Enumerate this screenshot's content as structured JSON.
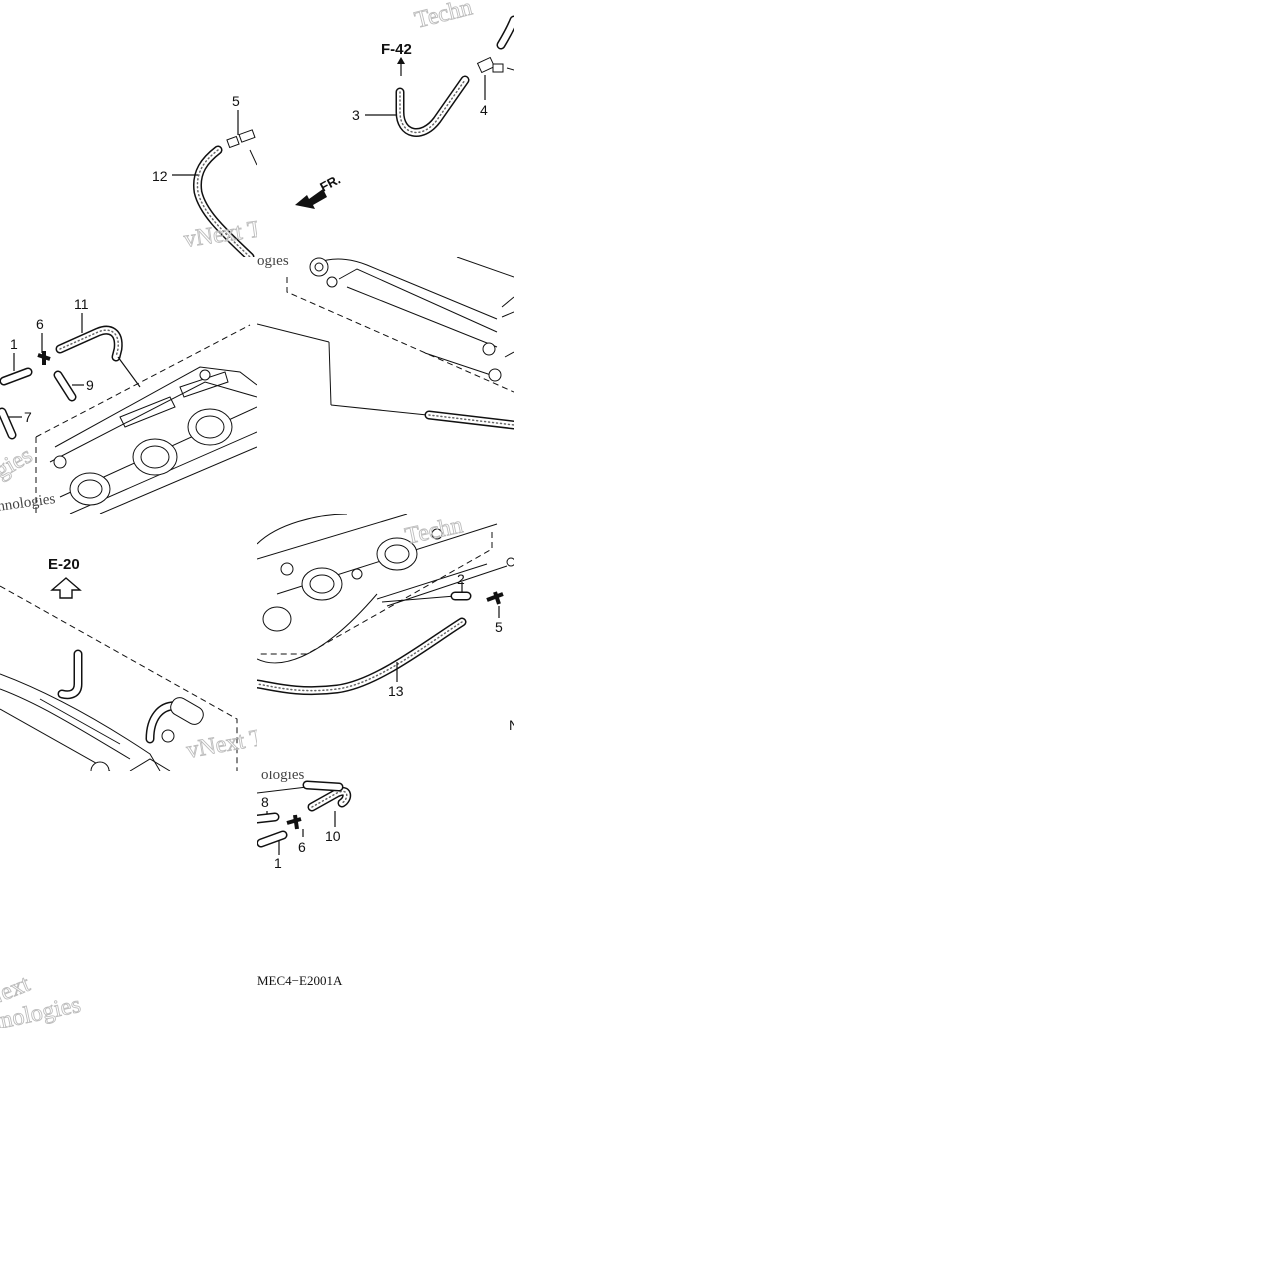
{
  "references": {
    "f42": "F-42",
    "e20": "E-20"
  },
  "front_marker": "FR.",
  "diagram_code": "MEC4−E2001A",
  "callouts": {
    "c1a": "1",
    "c1b": "1",
    "c2": "2",
    "c3": "3",
    "c4": "4",
    "c5a": "5",
    "c5b": "5",
    "c6a": "6",
    "c6b": "6",
    "c7": "7",
    "c8": "8",
    "c9": "9",
    "c10": "10",
    "c11": "11",
    "c12": "12",
    "c13": "13"
  },
  "watermark": {
    "company_a": "Techn",
    "company_b": "vNext Tec",
    "company_c": "hnologies",
    "company_d": "ogies",
    "company_e": "Techn",
    "company_f": "vNext Te",
    "company_g": "ologies",
    "company_h": "Next",
    "company_i": "chnologies",
    "company_j": "ologies",
    "stray_letter": "N"
  }
}
